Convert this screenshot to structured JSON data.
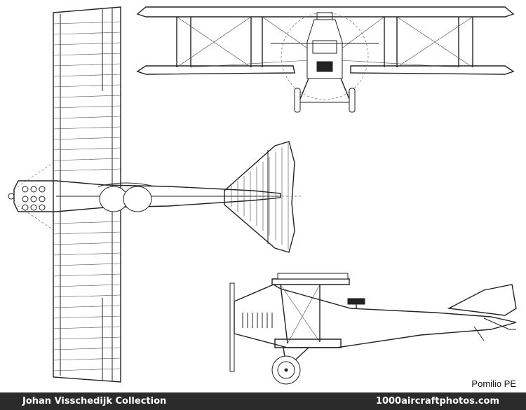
{
  "drawing": {
    "caption": "Pomilio PE"
  },
  "footer": {
    "collection": "Johan Visschedijk Collection",
    "site": "1000aircraftphotos.com"
  }
}
